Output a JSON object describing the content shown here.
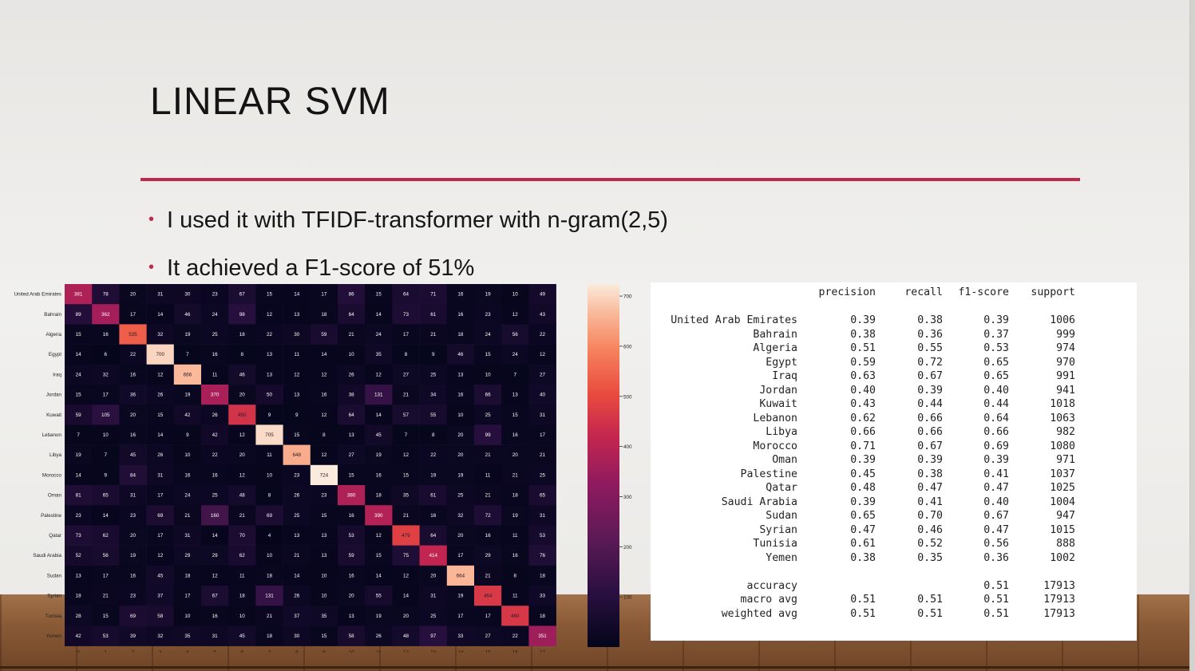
{
  "slide": {
    "title": "LINEAR SVM",
    "bullets": [
      "I used it with TFIDF-transformer with n-gram(2,5)",
      "It achieved a F1-score of 51%"
    ],
    "accent_color": "#bf2a4b"
  },
  "heatmap": {
    "row_labels": [
      "United Arab Emirates",
      "Bahrain",
      "Algeria",
      "Egypt",
      "Iraq",
      "Jordan",
      "Kuwait",
      "Lebanon",
      "Libya",
      "Morocco",
      "Oman",
      "Palestine",
      "Qatar",
      "Saudi Arabia",
      "Sudan",
      "Syrian",
      "Tunisia",
      "Yemen"
    ],
    "col_labels": [
      "0",
      "1",
      "2",
      "3",
      "4",
      "5",
      "6",
      "7",
      "8",
      "9",
      "10",
      "11",
      "12",
      "13",
      "14",
      "15",
      "16",
      "17"
    ],
    "matrix": [
      [
        381,
        78,
        20,
        31,
        30,
        23,
        67,
        15,
        14,
        17,
        86,
        15,
        64,
        71,
        16,
        19,
        10,
        49
      ],
      [
        89,
        362,
        17,
        14,
        46,
        24,
        98,
        12,
        13,
        18,
        64,
        14,
        73,
        61,
        16,
        23,
        12,
        43
      ],
      [
        15,
        16,
        535,
        32,
        19,
        25,
        18,
        22,
        30,
        59,
        21,
        24,
        17,
        21,
        18,
        24,
        56,
        22
      ],
      [
        14,
        6,
        22,
        700,
        7,
        16,
        8,
        13,
        11,
        14,
        10,
        35,
        8,
        9,
        46,
        15,
        24,
        12
      ],
      [
        24,
        32,
        16,
        12,
        666,
        11,
        46,
        13,
        12,
        12,
        26,
        12,
        27,
        25,
        13,
        10,
        7,
        27
      ],
      [
        15,
        17,
        36,
        26,
        19,
        370,
        20,
        50,
        13,
        16,
        38,
        131,
        21,
        34,
        16,
        66,
        13,
        40
      ],
      [
        59,
        105,
        20,
        15,
        42,
        26,
        450,
        9,
        9,
        12,
        64,
        14,
        57,
        55,
        10,
        25,
        15,
        31
      ],
      [
        7,
        10,
        16,
        14,
        9,
        42,
        12,
        705,
        15,
        8,
        13,
        45,
        7,
        8,
        20,
        99,
        16,
        17
      ],
      [
        19,
        7,
        45,
        26,
        10,
        22,
        20,
        11,
        648,
        12,
        27,
        19,
        12,
        22,
        20,
        21,
        20,
        21
      ],
      [
        14,
        9,
        84,
        31,
        16,
        16,
        12,
        10,
        23,
        724,
        15,
        16,
        15,
        19,
        19,
        11,
        21,
        25
      ],
      [
        81,
        65,
        31,
        17,
        24,
        25,
        48,
        8,
        26,
        23,
        380,
        18,
        35,
        61,
        25,
        21,
        18,
        65
      ],
      [
        23,
        14,
        23,
        69,
        21,
        160,
        21,
        69,
        25,
        15,
        16,
        390,
        21,
        16,
        32,
        72,
        19,
        31
      ],
      [
        73,
        62,
        20,
        17,
        31,
        14,
        70,
        4,
        13,
        13,
        53,
        12,
        479,
        64,
        20,
        16,
        11,
        53
      ],
      [
        52,
        56,
        19,
        12,
        29,
        29,
        62,
        10,
        21,
        13,
        59,
        15,
        75,
        414,
        17,
        29,
        16,
        76
      ],
      [
        13,
        17,
        16,
        45,
        18,
        12,
        11,
        18,
        14,
        10,
        16,
        14,
        12,
        20,
        664,
        21,
        8,
        18
      ],
      [
        18,
        21,
        23,
        37,
        17,
        67,
        18,
        131,
        26,
        10,
        20,
        55,
        14,
        31,
        19,
        464,
        11,
        33
      ],
      [
        28,
        15,
        69,
        58,
        10,
        16,
        10,
        21,
        37,
        35,
        13,
        19,
        20,
        25,
        17,
        17,
        460,
        18
      ],
      [
        42,
        53,
        39,
        32,
        35,
        31,
        45,
        18,
        30,
        15,
        58,
        26,
        48,
        97,
        33,
        27,
        22,
        351
      ]
    ],
    "vmin": 0,
    "vmax": 724,
    "colorbar_ticks": [
      "700",
      "600",
      "500",
      "400",
      "300",
      "200",
      "100"
    ],
    "colorbar_tick_values": [
      700,
      600,
      500,
      400,
      300,
      200,
      100
    ]
  },
  "report": {
    "header": [
      "precision",
      "recall",
      "f1-score",
      "support"
    ],
    "rows": [
      [
        "United Arab Emirates",
        "0.39",
        "0.38",
        "0.39",
        "1006"
      ],
      [
        "Bahrain",
        "0.38",
        "0.36",
        "0.37",
        "999"
      ],
      [
        "Algeria",
        "0.51",
        "0.55",
        "0.53",
        "974"
      ],
      [
        "Egypt",
        "0.59",
        "0.72",
        "0.65",
        "970"
      ],
      [
        "Iraq",
        "0.63",
        "0.67",
        "0.65",
        "991"
      ],
      [
        "Jordan",
        "0.40",
        "0.39",
        "0.40",
        "941"
      ],
      [
        "Kuwait",
        "0.43",
        "0.44",
        "0.44",
        "1018"
      ],
      [
        "Lebanon",
        "0.62",
        "0.66",
        "0.64",
        "1063"
      ],
      [
        "Libya",
        "0.66",
        "0.66",
        "0.66",
        "982"
      ],
      [
        "Morocco",
        "0.71",
        "0.67",
        "0.69",
        "1080"
      ],
      [
        "Oman",
        "0.39",
        "0.39",
        "0.39",
        "971"
      ],
      [
        "Palestine",
        "0.45",
        "0.38",
        "0.41",
        "1037"
      ],
      [
        "Qatar",
        "0.48",
        "0.47",
        "0.47",
        "1025"
      ],
      [
        "Saudi Arabia",
        "0.39",
        "0.41",
        "0.40",
        "1004"
      ],
      [
        "Sudan",
        "0.65",
        "0.70",
        "0.67",
        "947"
      ],
      [
        "Syrian",
        "0.47",
        "0.46",
        "0.47",
        "1015"
      ],
      [
        "Tunisia",
        "0.61",
        "0.52",
        "0.56",
        "888"
      ],
      [
        "Yemen",
        "0.38",
        "0.35",
        "0.36",
        "1002"
      ]
    ],
    "summary": [
      [
        "accuracy",
        "",
        "",
        "0.51",
        "17913"
      ],
      [
        "macro avg",
        "0.51",
        "0.51",
        "0.51",
        "17913"
      ],
      [
        "weighted avg",
        "0.51",
        "0.51",
        "0.51",
        "17913"
      ]
    ]
  }
}
